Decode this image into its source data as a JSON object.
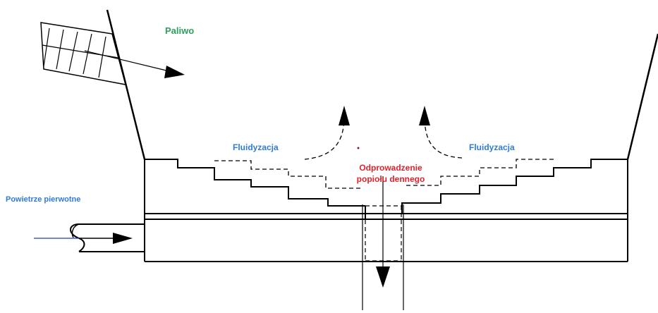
{
  "labels": {
    "fuel": "Paliwo",
    "fluidization_left": "Fluidyzacja",
    "fluidization_right": "Fluidyzacja",
    "ash_line1": "Odprowadzenie",
    "ash_line2": "popiołu dennego",
    "primary_air": "Powietrze pierwotne"
  },
  "colors": {
    "fuel": "#2e9e5e",
    "fluidization": "#2f7bd8",
    "ash": "#e0232c",
    "primary_air": "#2f7bd8",
    "air_line": "#1f3fbf",
    "lines": "#000000"
  }
}
